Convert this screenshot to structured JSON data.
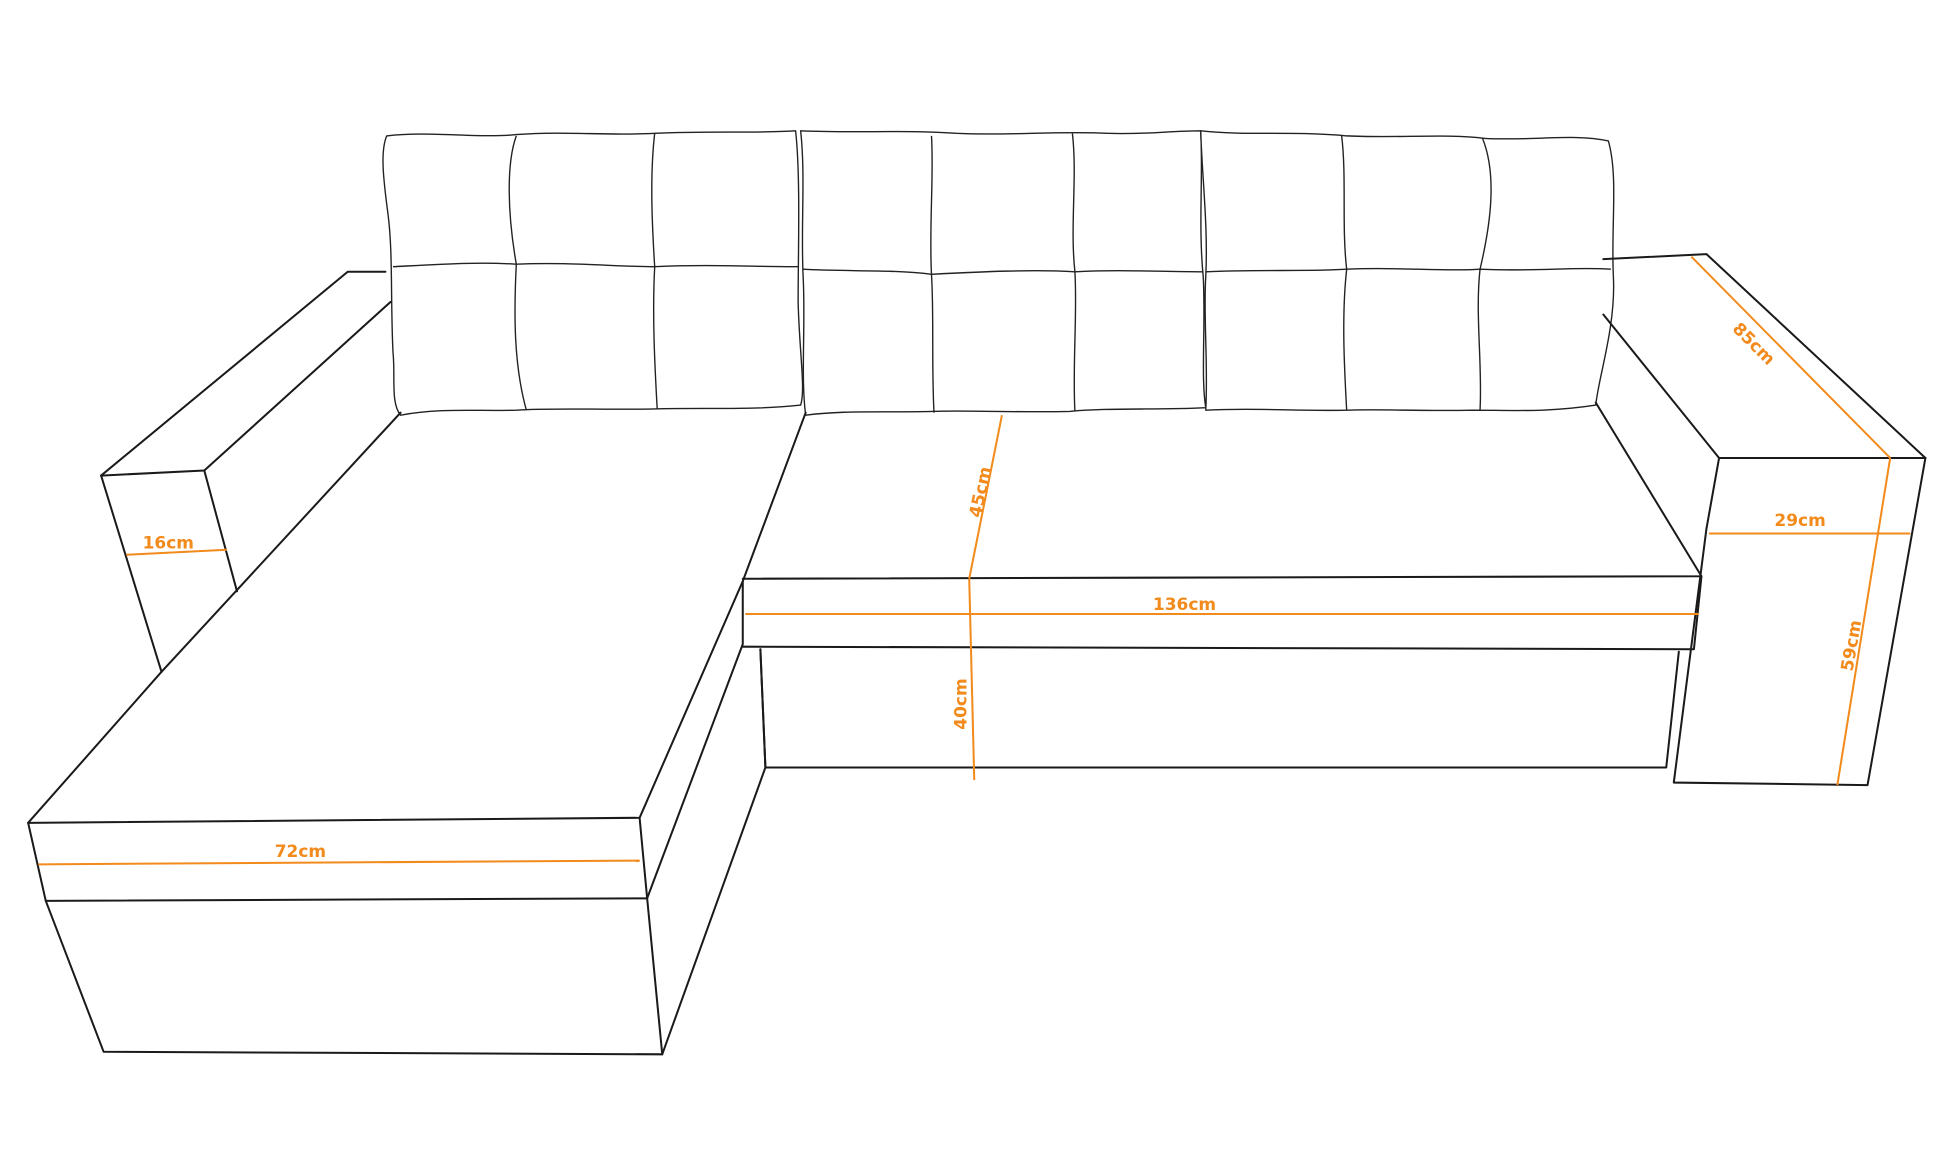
{
  "diagram": {
    "subject": "corner sofa dimension drawing",
    "line_color": "#1a1a1a",
    "dimension_color": "#f28a1c",
    "background": "#ffffff"
  },
  "dimensions": {
    "left_armrest_width": "16cm",
    "chaise_front_width": "72cm",
    "seat_front_width": "136cm",
    "backrest_height": "45cm",
    "seat_height": "40cm",
    "right_armrest_depth": "85cm",
    "right_armrest_width": "29cm",
    "right_armrest_height": "59cm"
  },
  "backrest": {
    "cushions": 3,
    "tufts_per_cushion": 6,
    "rows": 2,
    "columns_per_cushion": 3
  }
}
